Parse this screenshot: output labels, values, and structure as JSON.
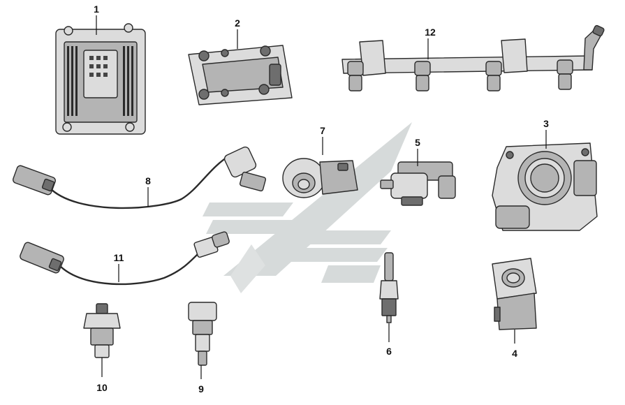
{
  "diagram": {
    "callouts": [
      {
        "id": "1",
        "label": "1"
      },
      {
        "id": "2",
        "label": "2"
      },
      {
        "id": "3",
        "label": "3"
      },
      {
        "id": "4",
        "label": "4"
      },
      {
        "id": "5",
        "label": "5"
      },
      {
        "id": "6",
        "label": "6"
      },
      {
        "id": "7",
        "label": "7"
      },
      {
        "id": "8",
        "label": "8"
      },
      {
        "id": "9",
        "label": "9"
      },
      {
        "id": "10",
        "label": "10"
      },
      {
        "id": "11",
        "label": "11"
      },
      {
        "id": "12",
        "label": "12"
      }
    ],
    "watermark": {
      "type": "logo",
      "colors": [
        "#d9dcdc",
        "#c7cece"
      ]
    }
  }
}
